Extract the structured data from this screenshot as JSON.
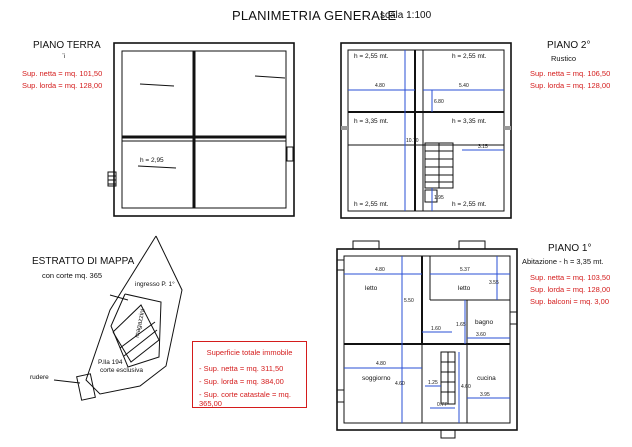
{
  "title": "PLANIMETRIA GENERALE",
  "scale": "scala 1:100",
  "piano_terra": {
    "heading": "PIANO TERRA",
    "mark": "¨i",
    "sup_netta": "Sup. netta = mq. 101,50",
    "sup_lorda": "Sup. lorda = mq. 128,00",
    "h": "h = 2,95"
  },
  "piano_2": {
    "heading": "PIANO 2°",
    "sub": "Rustico",
    "sup_netta": "Sup. netta = mq. 106,50",
    "sup_lorda": "Sup. lorda = mq. 128,00",
    "h1": "h = 2,55 mt.",
    "h2": "h = 2,55 mt.",
    "h3": "h = 3,35 mt.",
    "h4": "h = 3,35 mt.",
    "h5": "h = 2,55 mt.",
    "h6": "h = 2,55 mt."
  },
  "piano_1": {
    "heading": "PIANO 1°",
    "sub": "Abitazione - h = 3,35 mt.",
    "sup_netta": "Sup. netta = mq. 103,50",
    "sup_lorda": "Sup. lorda = mq. 128,00",
    "sup_balconi": "Sup. balconi = mq. 3,00",
    "rooms": {
      "letto1": "letto",
      "letto2": "letto",
      "bagno": "bagno",
      "soggiorno": "soggiorno",
      "cucina": "cucina"
    }
  },
  "estratto": {
    "heading": "ESTRATTO DI MAPPA",
    "sub": "con corte mq. 365",
    "ingresso": "ingresso P. 1°",
    "magazzini": "magazzini",
    "plla": "P.lla 194",
    "corte": "corte esclusiva",
    "rudere": "rudere"
  },
  "totale": {
    "heading": "Superficie totale immobile",
    "netta": "- Sup. netta = mq. 311,50",
    "lorda": "- Sup. lorda = mq. 384,00",
    "catastale": "- Sup. corte catastale = mq. 365,00"
  },
  "dims": {
    "p2_w1": "4.80",
    "p2_w2": "5.40",
    "p2_v1": "6.80",
    "p2_v2": "10.70",
    "p2_s": "3.15",
    "p2_v3": "1.95",
    "p1_w1": "4.80",
    "p1_w2": "5.37",
    "p1_v1": "5.50",
    "p1_v2": "3.55",
    "p1_a": "1.60",
    "p1_b": "1.65",
    "p1_c": "3.60",
    "p1_d": "4.80",
    "p1_e": "4.60",
    "p1_f": "1.25",
    "p1_g": "4.60",
    "p1_h": "0.77",
    "p1_i": "3.95"
  }
}
